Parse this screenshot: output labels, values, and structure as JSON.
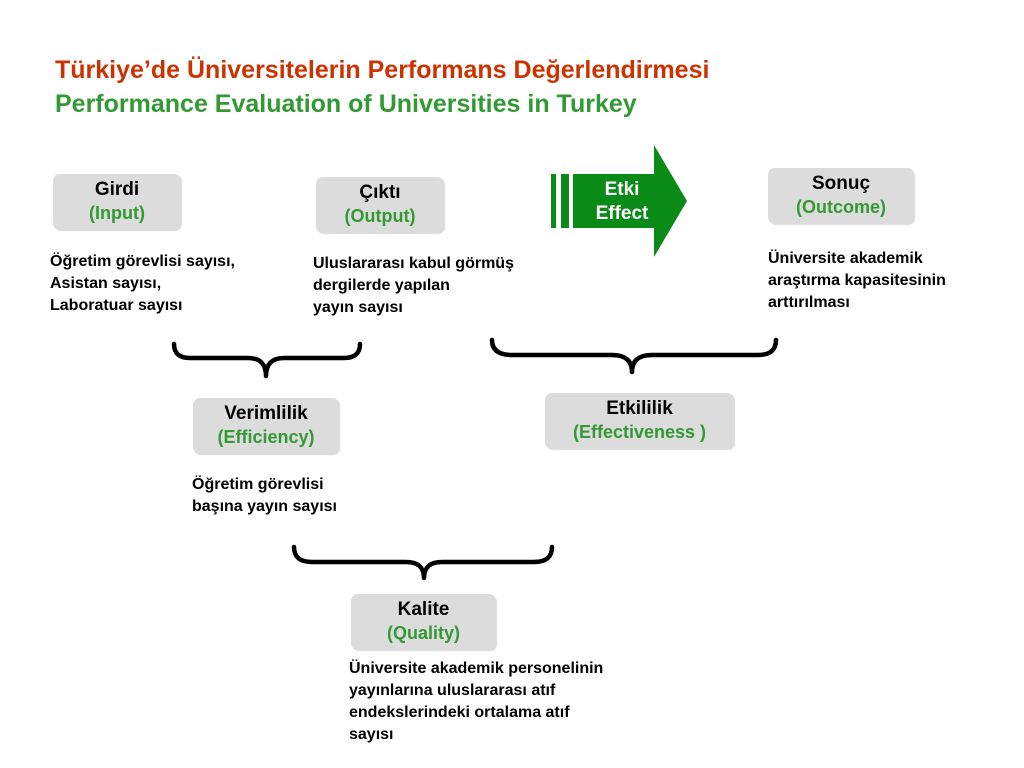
{
  "title": {
    "turkish": "Türkiye’de Üniversitelerin Performans Değerlendirmesi",
    "english": "Performance Evaluation of Universities in Turkey"
  },
  "colors": {
    "title_turkish": "#cc3300",
    "accent_green": "#339933",
    "arrow_green": "#0a8a16",
    "box_gray": "#dcdcdc"
  },
  "nodes": {
    "input": {
      "label": "Girdi",
      "label_en": "(Input)",
      "description": [
        "Öğretim görevlisi sayısı,",
        "Asistan sayısı,",
        "Laboratuar sayısı"
      ]
    },
    "output": {
      "label": "Çıktı",
      "label_en": "(Output)",
      "description": [
        "Uluslararası kabul görmüş",
        "dergilerde yapılan",
        "yayın sayısı"
      ]
    },
    "effect": {
      "label": "Etki",
      "label_en": "Effect"
    },
    "outcome": {
      "label": "Sonuç",
      "label_en": "(Outcome)",
      "description": [
        "Üniversite akademik",
        "araştırma kapasitesinin",
        "arttırılması"
      ]
    },
    "efficiency": {
      "label": "Verimlilik",
      "label_en": "(Efficiency)",
      "description": [
        "Öğretim görevlisi",
        "başına yayın sayısı"
      ]
    },
    "effectiveness": {
      "label": "Etkililik",
      "label_en": "(Effectiveness )"
    },
    "quality": {
      "label": "Kalite",
      "label_en": "(Quality)",
      "description": [
        "Üniversite akademik personelinin",
        "yayınlarına uluslararası atıf",
        "endekslerindeki ortalama atıf",
        "sayısı"
      ]
    }
  }
}
